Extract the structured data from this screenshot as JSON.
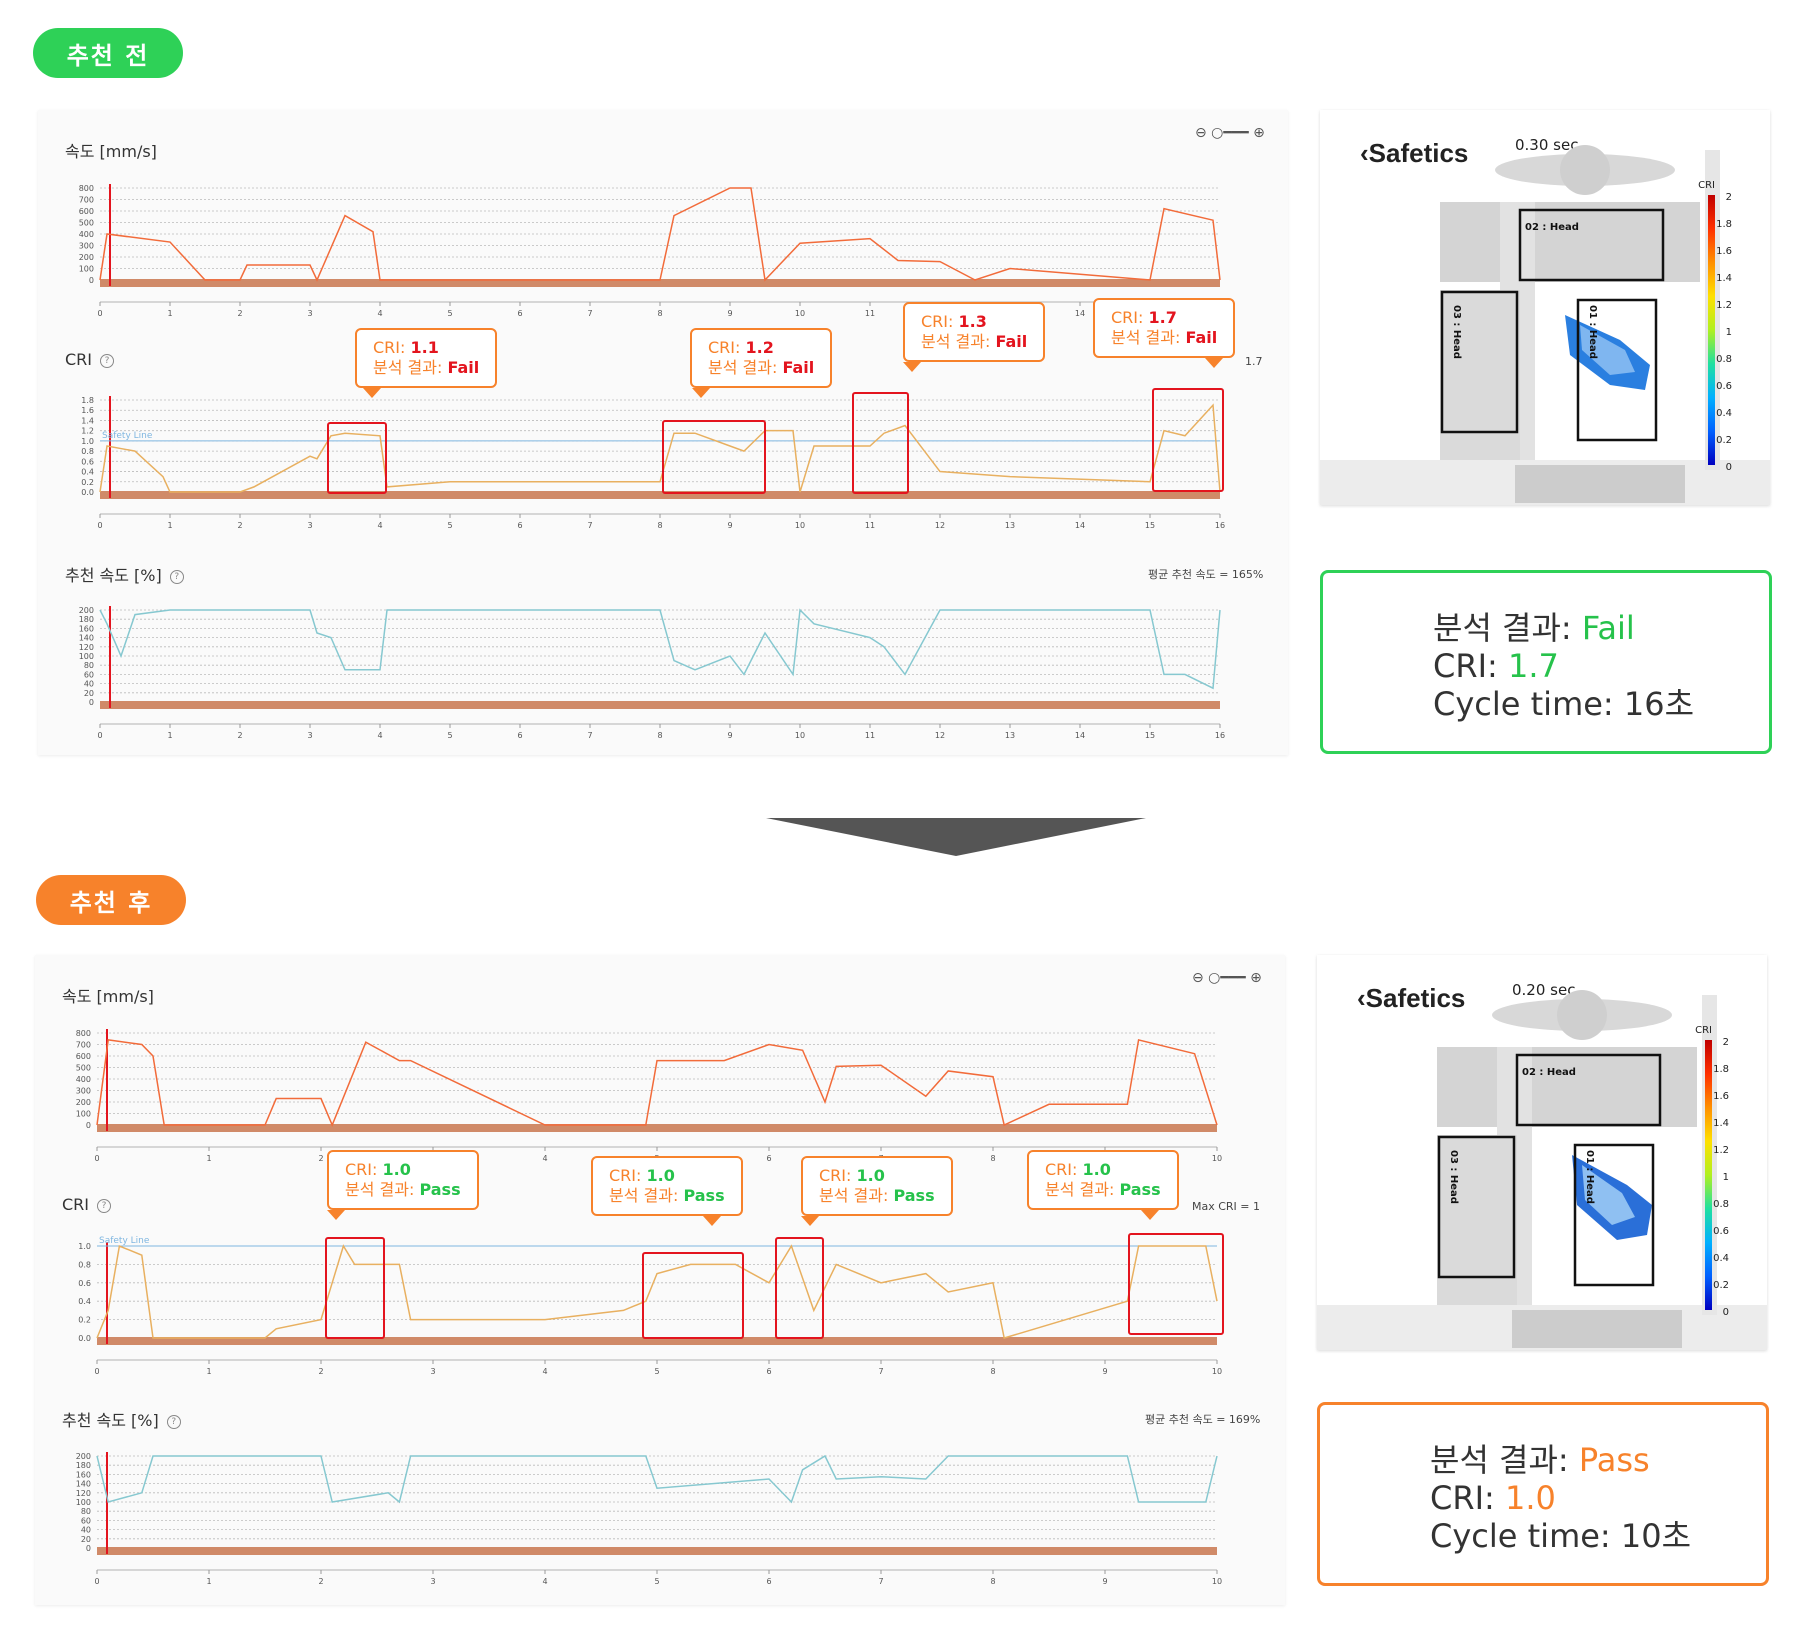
{
  "before": {
    "pill": "추천 전",
    "pill_color": "#2ed157",
    "speed_title": "속도 [mm/s]",
    "cri_title": "CRI",
    "rec_title": "추천 속도 [%]",
    "rec_note": "평균 추천 속도 = 165%",
    "cri_max_note": "1.7",
    "safety_line": "Safety Line",
    "speed_ticks": [
      "800",
      "700",
      "600",
      "500",
      "400",
      "300",
      "200",
      "100",
      "0"
    ],
    "cri_ticks": [
      "1.8",
      "1.6",
      "1.4",
      "1.2",
      "1.0",
      "0.8",
      "0.6",
      "0.4",
      "0.2",
      "0.0"
    ],
    "rec_ticks": [
      "200",
      "180",
      "160",
      "140",
      "120",
      "100",
      "80",
      "60",
      "40",
      "20",
      "0"
    ],
    "x_ticks": [
      "0",
      "1",
      "2",
      "3",
      "4",
      "5",
      "6",
      "7",
      "8",
      "9",
      "10",
      "11",
      "12",
      "13",
      "14",
      "15",
      "16"
    ],
    "callouts": [
      {
        "cri_label": "CRI: ",
        "cri_value": "1.1",
        "result_label": "분석 결과: ",
        "result_value": "Fail"
      },
      {
        "cri_label": "CRI: ",
        "cri_value": "1.2",
        "result_label": "분석 결과: ",
        "result_value": "Fail"
      },
      {
        "cri_label": "CRI: ",
        "cri_value": "1.3",
        "result_label": "분석 결과: ",
        "result_value": "Fail"
      },
      {
        "cri_label": "CRI: ",
        "cri_value": "1.7",
        "result_label": "분석 결과: ",
        "result_value": "Fail"
      }
    ],
    "sim": {
      "logo": "Safetics",
      "time": "0.30 sec",
      "scale_title": "CRI",
      "scale": [
        "2",
        "1.8",
        "1.6",
        "1.4",
        "1.2",
        "1",
        "0.8",
        "0.6",
        "0.4",
        "0.2",
        "0"
      ],
      "box1": "02 : Head",
      "box2": "03 : Head",
      "box3": "01 : Head"
    },
    "result": {
      "label1": "분석 결과: ",
      "value1": "Fail",
      "label2": "CRI: ",
      "value2": "1.7",
      "line3": "Cycle time: 16초",
      "accent": "#26c24b"
    },
    "chart_data": [
      {
        "type": "line",
        "title": "속도 [mm/s]",
        "ylim": [
          0,
          800
        ],
        "xlim": [
          0,
          16
        ],
        "series": [
          {
            "x": [
              0,
              0.1,
              1,
              1.5,
              2,
              2.1,
              3,
              3.1,
              3.5,
              3.9,
              4,
              5,
              8,
              8.2,
              9,
              9.3,
              9.5,
              10,
              11,
              11.4,
              12,
              12.5,
              13,
              15,
              15.2,
              15.9,
              16
            ],
            "values": [
              0,
              400,
              330,
              0,
              0,
              130,
              130,
              0,
              560,
              420,
              0,
              0,
              0,
              560,
              800,
              800,
              0,
              320,
              360,
              170,
              160,
              0,
              100,
              0,
              620,
              520,
              0
            ]
          }
        ]
      },
      {
        "type": "line",
        "title": "CRI",
        "ylim": [
          0,
          1.8
        ],
        "xlim": [
          0,
          16
        ],
        "series": [
          {
            "x": [
              0,
              0.1,
              0.3,
              0.5,
              0.9,
              1,
              2,
              2.2,
              3,
              3.1,
              3.3,
              3.5,
              4,
              4.1,
              5,
              6,
              7,
              8,
              8.2,
              8.5,
              9,
              9.2,
              9.5,
              9.9,
              10,
              10.2,
              11,
              11.2,
              11.5,
              12,
              13,
              15,
              15.2,
              15.5,
              15.9,
              16
            ],
            "values": [
              0,
              0.9,
              0.85,
              0.8,
              0.3,
              0,
              0,
              0.1,
              0.7,
              0.65,
              1.1,
              1.15,
              1.1,
              0.1,
              0.2,
              0.2,
              0.2,
              0.2,
              1.15,
              1.15,
              0.9,
              0.8,
              1.2,
              1.2,
              0,
              0.9,
              0.9,
              1.15,
              1.3,
              0.4,
              0.3,
              0.2,
              1.2,
              1.1,
              1.7,
              0
            ]
          }
        ]
      },
      {
        "type": "line",
        "title": "추천 속도 [%]",
        "ylim": [
          0,
          200
        ],
        "xlim": [
          0,
          16
        ],
        "series": [
          {
            "x": [
              0,
              0.1,
              0.3,
              0.5,
              1,
              3,
              3.1,
              3.3,
              3.5,
              4,
              4.1,
              8,
              8.2,
              8.5,
              9,
              9.2,
              9.5,
              9.9,
              10,
              10.2,
              11,
              11.2,
              11.5,
              12,
              13,
              15,
              15.2,
              15.5,
              15.9,
              16
            ],
            "values": [
              200,
              170,
              100,
              190,
              200,
              200,
              150,
              140,
              70,
              70,
              200,
              200,
              90,
              70,
              100,
              60,
              150,
              60,
              200,
              170,
              140,
              120,
              60,
              200,
              200,
              200,
              60,
              60,
              30,
              200
            ]
          }
        ]
      }
    ]
  },
  "after": {
    "pill": "추천 후",
    "pill_color": "#f7822b",
    "speed_title": "속도 [mm/s]",
    "cri_title": "CRI",
    "rec_title": "추천 속도 [%]",
    "rec_note": "평균 추천 속도 = 169%",
    "cri_max_note": "Max CRI = 1",
    "safety_line": "Safety Line",
    "speed_ticks": [
      "800",
      "700",
      "600",
      "500",
      "400",
      "300",
      "200",
      "100",
      "0"
    ],
    "cri_ticks": [
      "1.0",
      "0.8",
      "0.6",
      "0.4",
      "0.2",
      "0.0"
    ],
    "rec_ticks": [
      "200",
      "180",
      "160",
      "140",
      "120",
      "100",
      "80",
      "60",
      "40",
      "20",
      "0"
    ],
    "x_ticks": [
      "0",
      "1",
      "2",
      "3",
      "4",
      "5",
      "6",
      "7",
      "8",
      "9",
      "10"
    ],
    "callouts": [
      {
        "cri_label": "CRI: ",
        "cri_value": "1.0",
        "result_label": "분석 결과: ",
        "result_value": "Pass"
      },
      {
        "cri_label": "CRI: ",
        "cri_value": "1.0",
        "result_label": "분석 결과: ",
        "result_value": "Pass"
      },
      {
        "cri_label": "CRI: ",
        "cri_value": "1.0",
        "result_label": "분석 결과: ",
        "result_value": "Pass"
      },
      {
        "cri_label": "CRI: ",
        "cri_value": "1.0",
        "result_label": "분석 결과: ",
        "result_value": "Pass"
      }
    ],
    "sim": {
      "logo": "Safetics",
      "time": "0.20 sec",
      "scale_title": "CRI",
      "scale": [
        "2",
        "1.8",
        "1.6",
        "1.4",
        "1.2",
        "1",
        "0.8",
        "0.6",
        "0.4",
        "0.2",
        "0"
      ],
      "box1": "02 : Head",
      "box2": "03 : Head",
      "box3": "01 : Head"
    },
    "result": {
      "label1": "분석 결과: ",
      "value1": "Pass",
      "label2": "CRI: ",
      "value2": "1.0",
      "line3": "Cycle time: 10초",
      "accent": "#f7822b"
    },
    "chart_data": [
      {
        "type": "line",
        "title": "속도 [mm/s]",
        "ylim": [
          0,
          800
        ],
        "xlim": [
          0,
          10
        ],
        "series": [
          {
            "x": [
              0,
              0.1,
              0.4,
              0.5,
              0.6,
              1,
              1.5,
              1.6,
              2,
              2.1,
              2.4,
              2.7,
              2.8,
              4,
              4.9,
              5,
              5.6,
              6,
              6.3,
              6.5,
              6.6,
              7,
              7.4,
              7.6,
              8,
              8.1,
              8.5,
              9.2,
              9.3,
              9.8,
              10
            ],
            "values": [
              0,
              740,
              700,
              600,
              0,
              0,
              0,
              230,
              230,
              0,
              720,
              560,
              560,
              0,
              0,
              560,
              560,
              700,
              650,
              200,
              510,
              520,
              250,
              470,
              420,
              0,
              180,
              180,
              740,
              620,
              0
            ]
          }
        ]
      },
      {
        "type": "line",
        "title": "CRI",
        "ylim": [
          0,
          1.0
        ],
        "xlim": [
          0,
          10
        ],
        "series": [
          {
            "x": [
              0,
              0.1,
              0.2,
              0.4,
              0.5,
              1.5,
              1.6,
              2,
              2.1,
              2.2,
              2.3,
              2.7,
              2.8,
              4,
              4.7,
              4.9,
              5.0,
              5.3,
              5.7,
              6,
              6.2,
              6.4,
              6.6,
              7,
              7.4,
              7.6,
              8,
              8.1,
              9.2,
              9.3,
              9.9,
              10
            ],
            "values": [
              0,
              0.3,
              1.0,
              0.9,
              0,
              0,
              0.1,
              0.2,
              0.6,
              1.0,
              0.8,
              0.8,
              0.2,
              0.2,
              0.3,
              0.4,
              0.7,
              0.8,
              0.8,
              0.6,
              1.0,
              0.3,
              0.8,
              0.6,
              0.7,
              0.5,
              0.6,
              0.0,
              0.4,
              1.0,
              1.0,
              0.4
            ]
          }
        ]
      },
      {
        "type": "line",
        "title": "추천 속도 [%]",
        "ylim": [
          0,
          200
        ],
        "xlim": [
          0,
          10
        ],
        "series": [
          {
            "x": [
              0,
              0.1,
              0.4,
              0.5,
              0.6,
              2,
              2.1,
              2.6,
              2.7,
              2.8,
              4,
              4.9,
              5,
              6,
              6.2,
              6.3,
              6.5,
              6.6,
              7,
              7.4,
              7.6,
              8,
              8.1,
              9.2,
              9.3,
              9.9,
              10
            ],
            "values": [
              200,
              100,
              120,
              200,
              200,
              200,
              100,
              120,
              100,
              200,
              200,
              200,
              130,
              150,
              100,
              170,
              200,
              150,
              155,
              150,
              200,
              200,
              200,
              200,
              100,
              100,
              200
            ]
          }
        ]
      }
    ]
  },
  "arrow_color": "#555555"
}
